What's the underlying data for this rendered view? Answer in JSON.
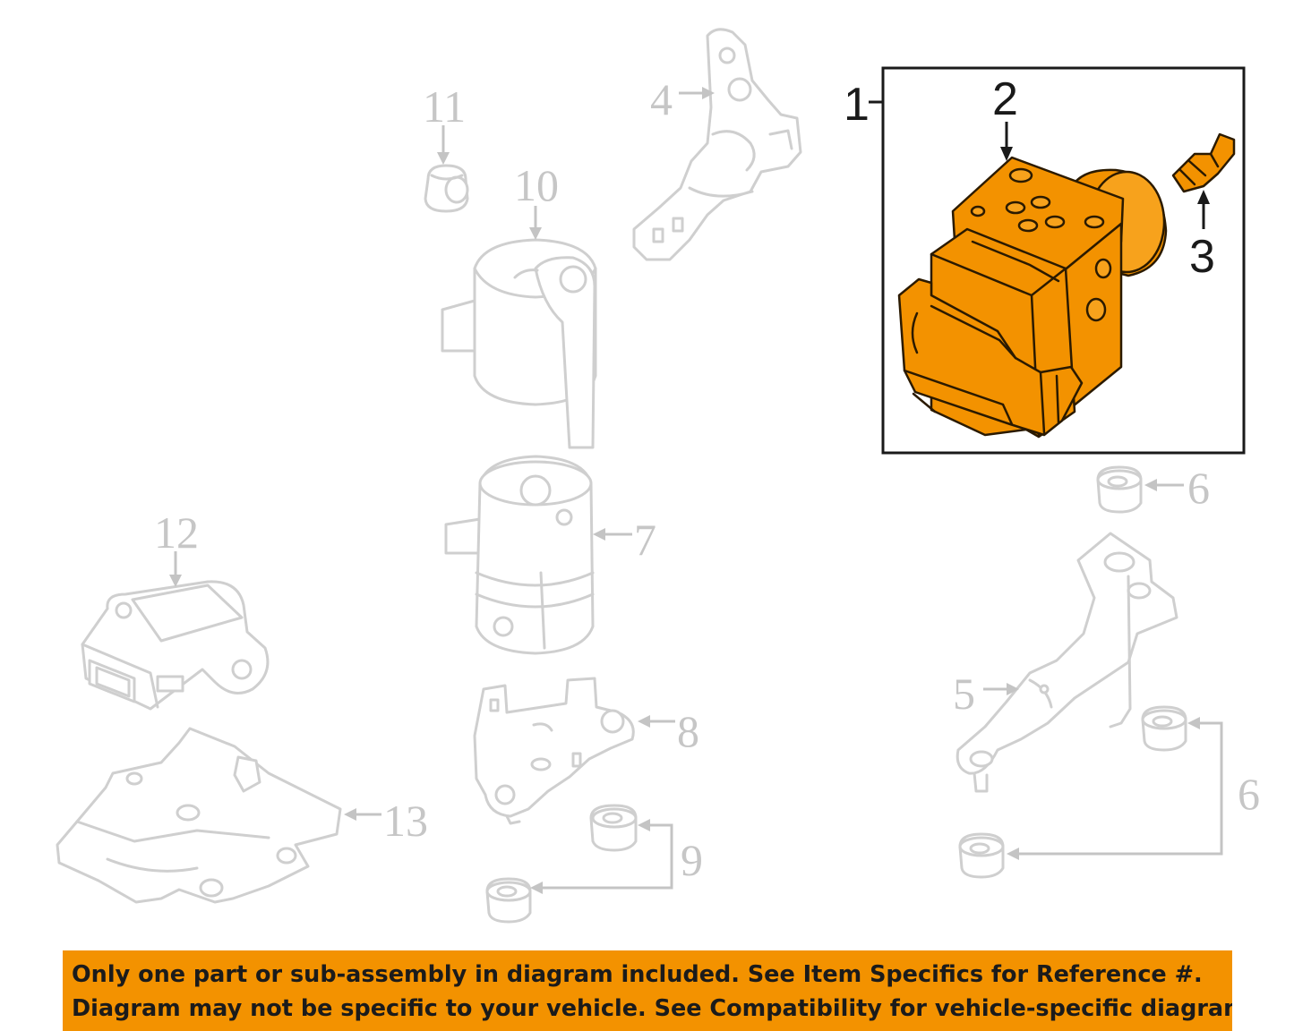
{
  "diagram": {
    "callouts": {
      "c1": "1",
      "c2": "2",
      "c3": "3",
      "c4": "4",
      "c5": "5",
      "c6a": "6",
      "c6b": "6",
      "c7": "7",
      "c8": "8",
      "c9": "9",
      "c10": "10",
      "c11": "11",
      "c12": "12",
      "c13": "13"
    },
    "colors": {
      "highlight": "#f39200",
      "ghost_stroke": "#cfcfcf",
      "callout_gray": "#c6c6c6",
      "ink": "#1a1a1a"
    }
  },
  "footer": {
    "line1": "Only one part or sub-assembly in diagram included. See Item Specifics for Reference #.",
    "line2": "Diagram may not be specific to your vehicle. See Compatibility for vehicle-specific diagrams."
  }
}
